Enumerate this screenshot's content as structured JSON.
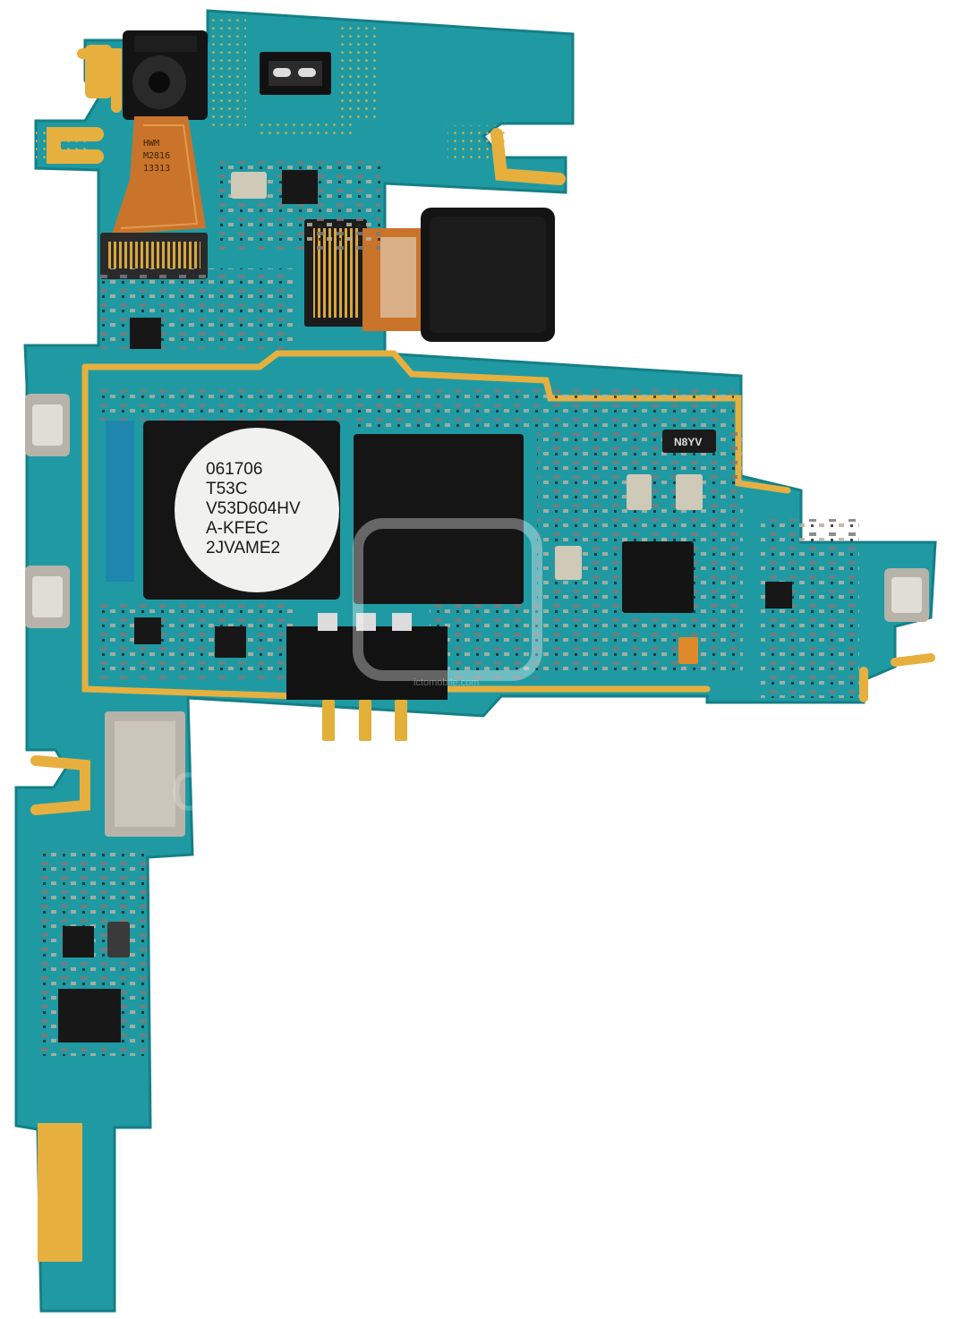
{
  "image": {
    "subject": "mobile phone main logic board"
  },
  "labels": {
    "soc_sticker_lines": [
      "061706",
      "T53C",
      "V53D604HV",
      "A-KFEC",
      "2JVAME2"
    ],
    "flex_cable_print": [
      "HWM",
      "M2816",
      "13313"
    ],
    "component_marking": "N8YV"
  },
  "watermark": {
    "brand": "ctomobile",
    "url": "ictomobile.com"
  },
  "colors": {
    "pcb": "#1f9aa3",
    "pcb_dark": "#157f87",
    "gold": "#e7b03e",
    "chip": "#151515",
    "flex": "#c9742a",
    "background": "#ffffff"
  }
}
